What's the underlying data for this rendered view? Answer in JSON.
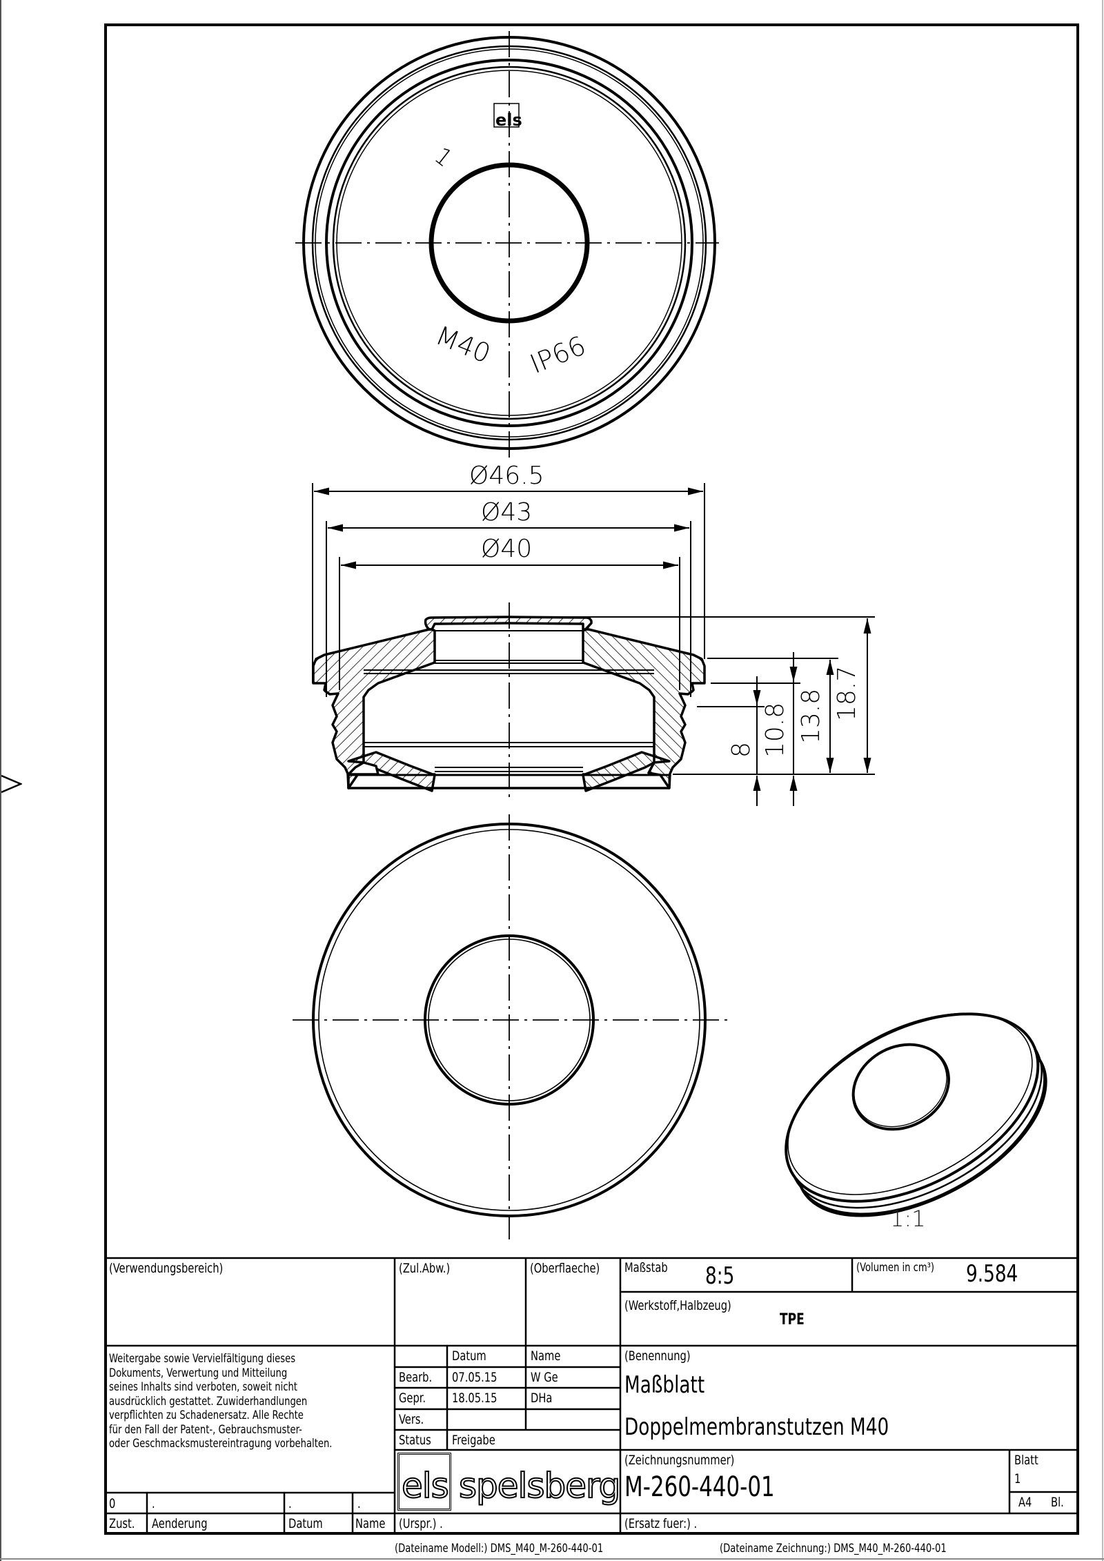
{
  "drawing": {
    "top_view": {
      "logo_mark": "els",
      "marking_number": "1",
      "thread_marking": "M40",
      "protection_marking": "IP66"
    },
    "section_view": {
      "diameter_dimensions": [
        "Ø46.5",
        "Ø43",
        "Ø40"
      ],
      "height_dimensions": [
        "8",
        "10.8",
        "13.8",
        "18.7"
      ]
    },
    "iso_view": {
      "scale_label": "1:1"
    }
  },
  "title_block": {
    "usage_label": "(Verwendungsbereich)",
    "tolerance_label": "(Zul.Abw.)",
    "surface_label": "(Oberflaeche)",
    "scale": {
      "label": "Maßstab",
      "value": "8:5"
    },
    "volume": {
      "label": "(Volumen  in  cm³)",
      "value": "9.584"
    },
    "material": {
      "label": "(Werkstoff,Halbzeug)",
      "value": "TPE"
    },
    "notice": "Weitergabe sowie Vervielfältigung dieses\nDokuments, Verwertung und Mitteilung\nseines Inhalts sind verboten, soweit nicht\nausdrücklich gestattet. Zuwiderhandlungen\nverpflichten zu Schadenersatz. Alle Rechte\nfür den Fall der Patent-, Gebrauchsmuster-\noder Geschmacksmustereintragung vorbehalten.",
    "approval": {
      "headers": {
        "datum": "Datum",
        "name": "Name"
      },
      "rows": [
        {
          "role": "Bearb.",
          "date": "07.05.15",
          "name": "W Ge"
        },
        {
          "role": "Gepr.",
          "date": "18.05.15",
          "name": "DHa"
        },
        {
          "role": "Vers.",
          "date": "",
          "name": ""
        }
      ],
      "status_label": "Status",
      "status_value": "Freigabe"
    },
    "designation": {
      "label": "(Benennung)",
      "line1": "Maßblatt",
      "line2": "Doppelmembranstutzen M40"
    },
    "company": {
      "mark": "els",
      "name": "spelsberg"
    },
    "drawing_number": {
      "label": "(Zeichnungsnummer)",
      "value": "M-260-440-01"
    },
    "sheet": {
      "label": "Blatt",
      "value": "1",
      "format": "A4",
      "format_suffix": "Bl."
    },
    "revision": {
      "values": {
        "zust": "0",
        "aenderung": ".",
        "datum": ".",
        "name": "."
      },
      "headers": {
        "zust": "Zust.",
        "aenderung": "Aenderung",
        "datum": "Datum",
        "name": "Name"
      }
    },
    "origin": "(Urspr.) .",
    "replacement": "(Ersatz  fuer:)   ."
  },
  "footer": {
    "model_file": "(Dateiname  Modell:) DMS_M40_M-260-440-01",
    "drawing_file": "(Dateiname  Zeichnung:) DMS_M40_M-260-440-01"
  }
}
